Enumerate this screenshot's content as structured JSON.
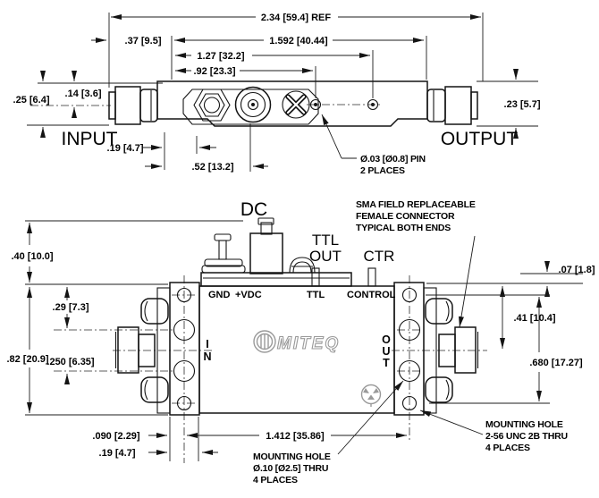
{
  "drawing": {
    "top_view": {
      "dims": {
        "d234": "2.34 [59.4] REF",
        "d1592": "1.592 [40.44]",
        "d127": "1.27 [32.2]",
        "d92": ".92 [23.3]",
        "d37": ".37 [9.5]",
        "d14": ".14 [3.6]",
        "d25": ".25 [6.4]",
        "d19": ".19 [4.7]",
        "d52": ".52 [13.2]",
        "d23": ".23 [5.7]"
      },
      "labels": {
        "input": "INPUT",
        "output": "OUTPUT",
        "pin_note_1": "Ø.03 [Ø0.8] PIN",
        "pin_note_2": "2 PLACES"
      }
    },
    "front_view": {
      "dims": {
        "d40": ".40 [10.0]",
        "d29": ".29 [7.3]",
        "d250": ".250 [6.35]",
        "d82": ".82 [20.9]",
        "d07": ".07 [1.8]",
        "d41": ".41 [10.4]",
        "d680": ".680 [17.27]",
        "d090": ".090 [2.29]",
        "d19b": ".19 [4.7]",
        "d1412": "1.412 [35.86]"
      },
      "labels": {
        "dc": "DC",
        "ttl_out_1": "TTL",
        "ttl_out_2": "OUT",
        "ctr": "CTR",
        "sma_note_1": "SMA FIELD REPLACEABLE",
        "sma_note_2": "FEMALE CONNECTOR",
        "sma_note_3": "TYPICAL BOTH ENDS",
        "gnd": "GND",
        "vdc": "+VDC",
        "ttl": "TTL",
        "control": "CONTROL",
        "in_1": "I",
        "in_2": "N",
        "out_1": "O",
        "out_2": "U",
        "out_3": "T",
        "logo": "MITEQ",
        "mh1_1": "MOUNTING HOLE",
        "mh1_2": "Ø.10 [Ø2.5] THRU",
        "mh1_3": "4 PLACES",
        "mh2_1": "MOUNTING HOLE",
        "mh2_2": "2-56 UNC 2B THRU",
        "mh2_3": "4 PLACES"
      }
    }
  }
}
